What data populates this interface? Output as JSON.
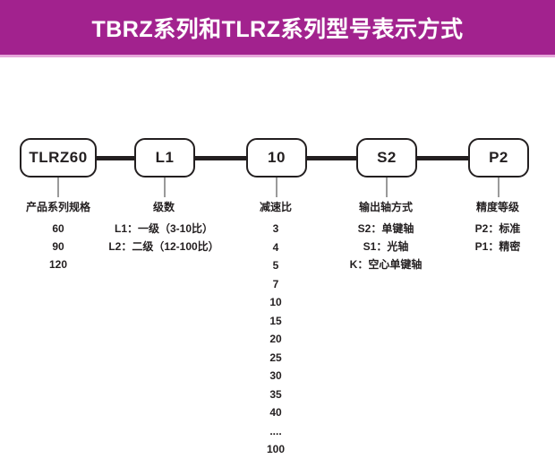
{
  "banner": {
    "title": "TBRZ系列和TLRZ系列型号表示方式",
    "background_color": "#A2228E",
    "underline_color": "#E7A7DA",
    "text_color": "#FFFFFF"
  },
  "model_code": {
    "boxes": [
      {
        "label": "TLRZ60",
        "name": "series-spec"
      },
      {
        "label": "L1",
        "name": "stage-count"
      },
      {
        "label": "10",
        "name": "reduction-ratio"
      },
      {
        "label": "S2",
        "name": "output-shaft-type"
      },
      {
        "label": "P2",
        "name": "accuracy-grade"
      }
    ]
  },
  "columns": [
    {
      "heading": "产品系列规格",
      "lines": [
        "60",
        "90",
        "120"
      ]
    },
    {
      "heading": "级数",
      "lines": [
        "L1：一级（3-10比）",
        "L2：二级（12-100比）"
      ]
    },
    {
      "heading": "减速比",
      "lines": [
        "3",
        "4",
        "5",
        "7",
        "10",
        "15",
        "20",
        "25",
        "30",
        "35",
        "40",
        "....",
        "100"
      ]
    },
    {
      "heading": "输出轴方式",
      "lines": [
        "S2：单键轴",
        "S1：光轴",
        "K：空心单键轴"
      ]
    },
    {
      "heading": "精度等级",
      "lines": [
        "P2：标准",
        "P1：精密"
      ]
    }
  ]
}
